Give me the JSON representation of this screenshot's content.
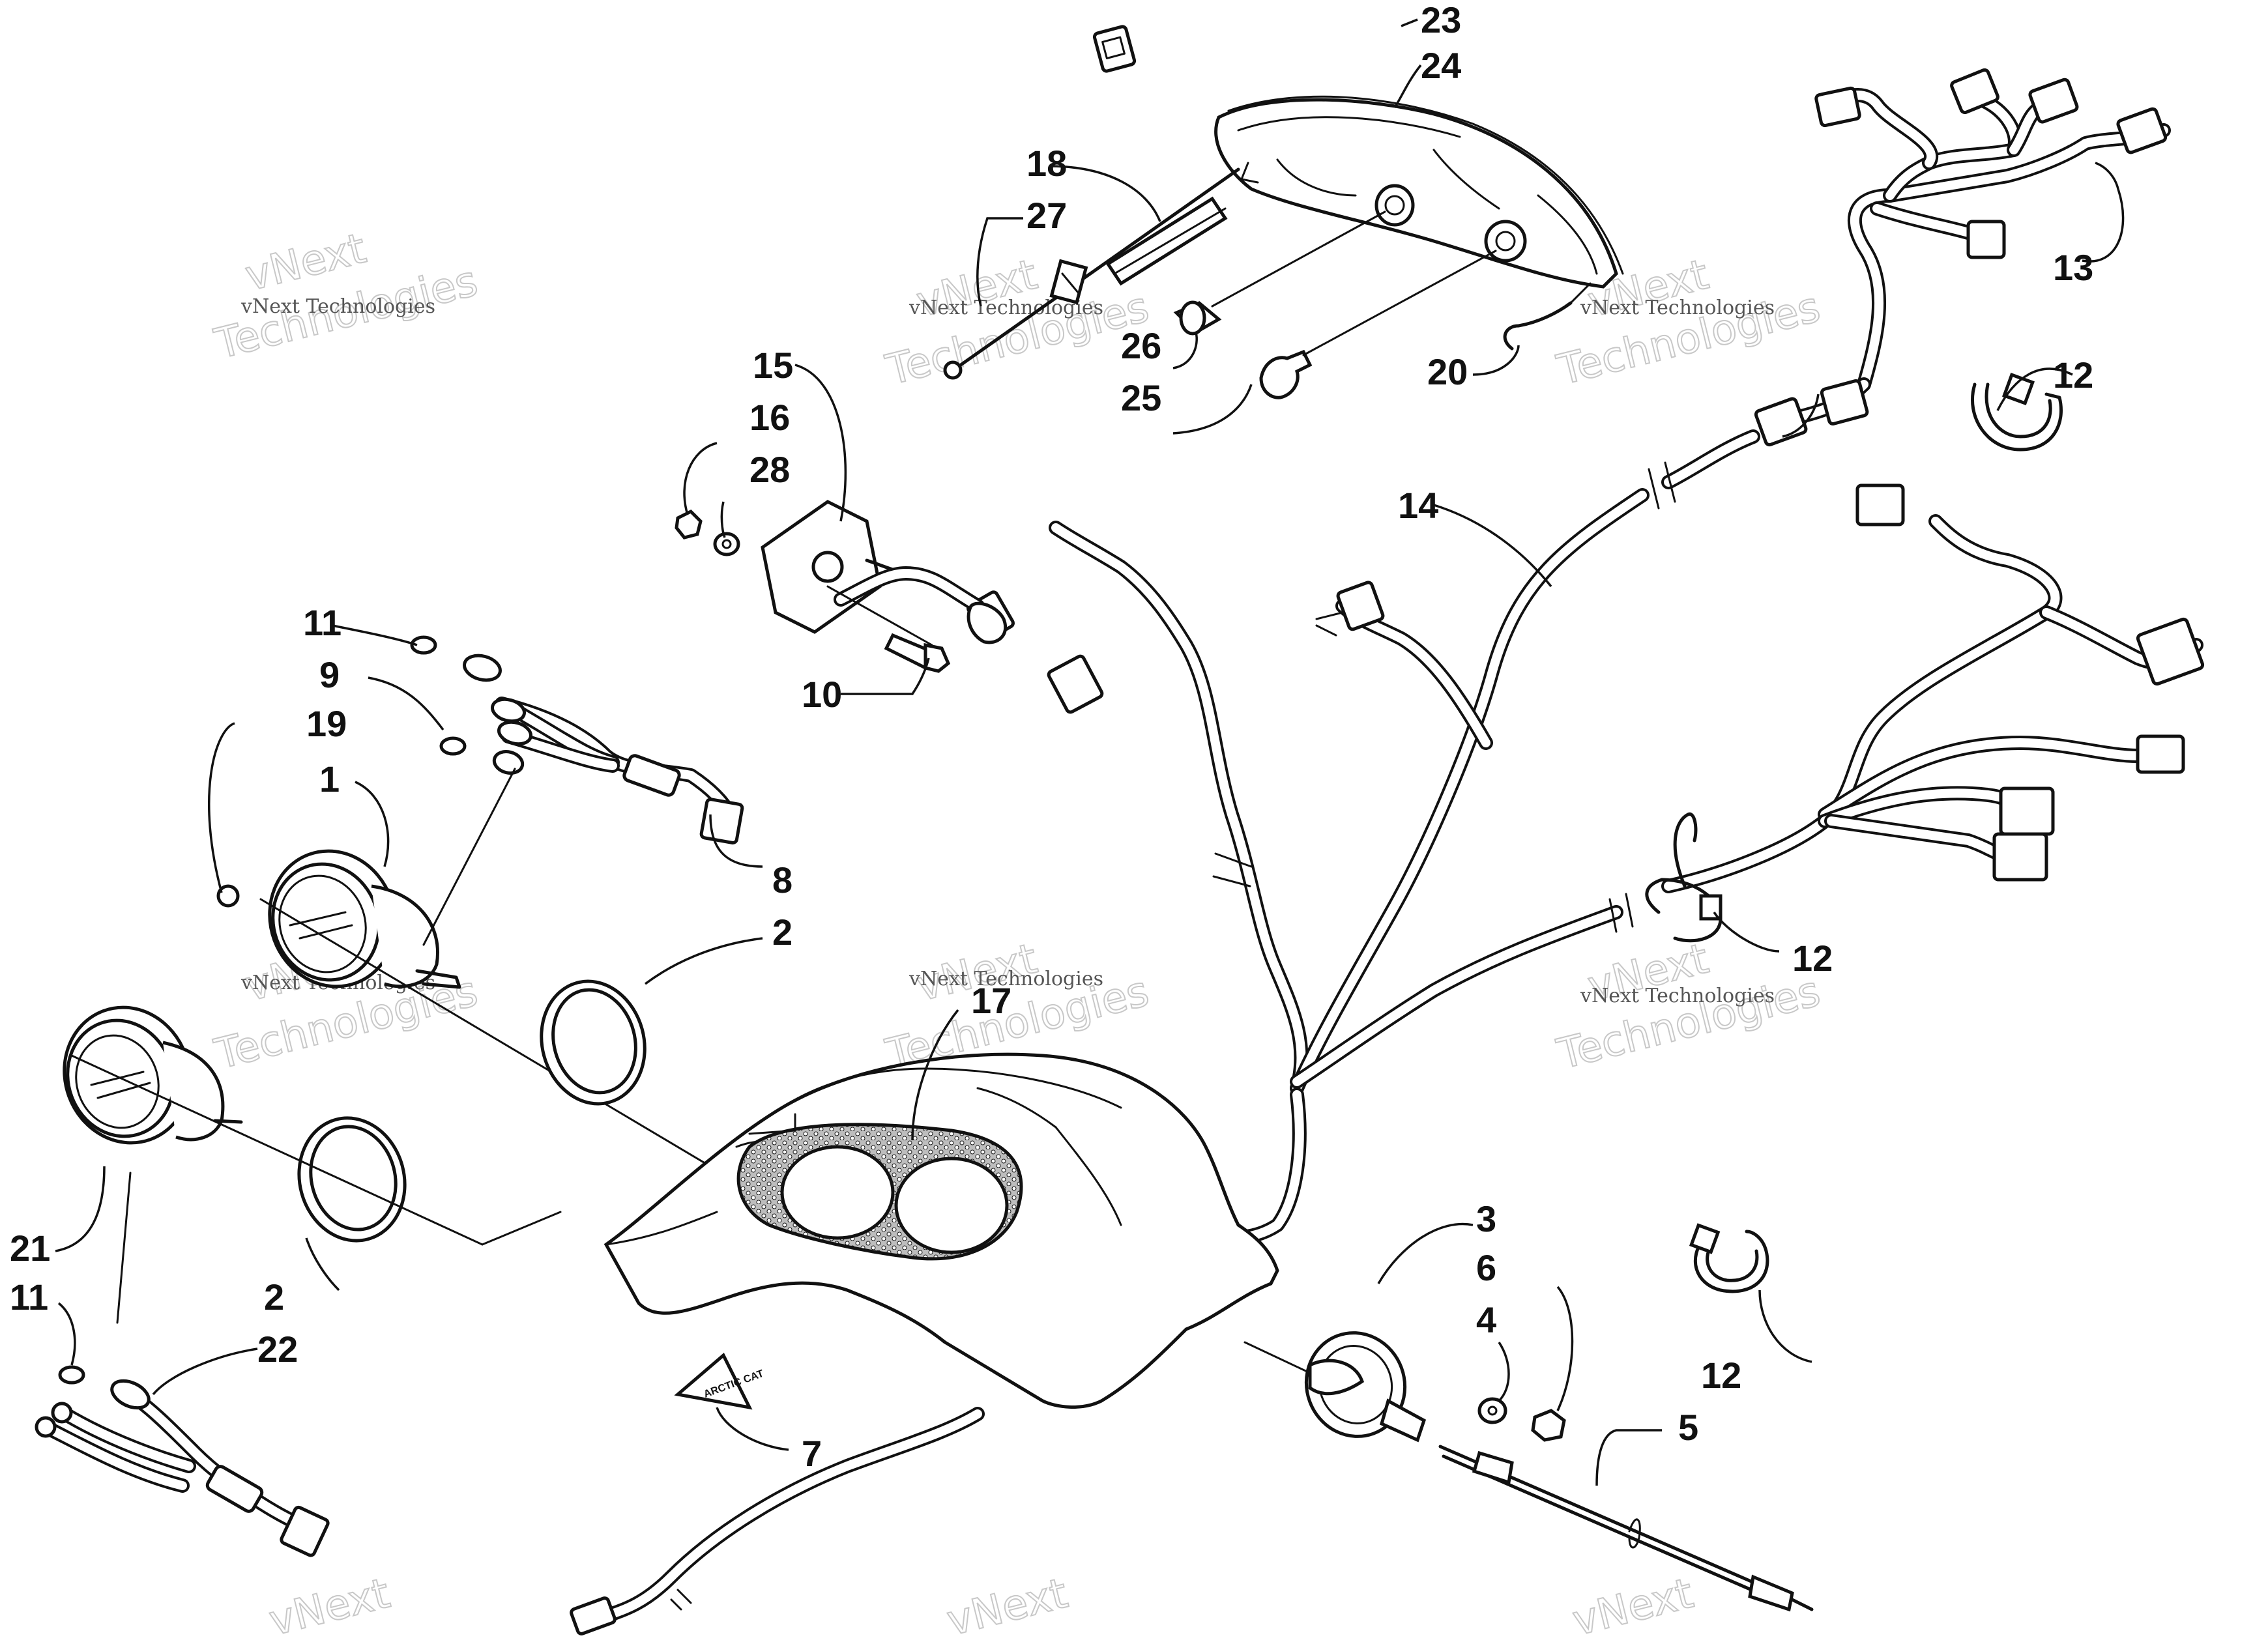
{
  "watermark": {
    "line1": "vNext Technologies",
    "brand": "vNext",
    "word": "Technologies"
  },
  "decal_text": "ARCTIC CAT",
  "callouts": [
    {
      "id": "c1",
      "label": "1"
    },
    {
      "id": "c2a",
      "label": "2"
    },
    {
      "id": "c2b",
      "label": "2"
    },
    {
      "id": "c3",
      "label": "3"
    },
    {
      "id": "c4",
      "label": "4"
    },
    {
      "id": "c5",
      "label": "5"
    },
    {
      "id": "c6",
      "label": "6"
    },
    {
      "id": "c7",
      "label": "7"
    },
    {
      "id": "c8",
      "label": "8"
    },
    {
      "id": "c9",
      "label": "9"
    },
    {
      "id": "c10",
      "label": "10"
    },
    {
      "id": "c11a",
      "label": "11"
    },
    {
      "id": "c11b",
      "label": "11"
    },
    {
      "id": "c12a",
      "label": "12"
    },
    {
      "id": "c12b",
      "label": "12"
    },
    {
      "id": "c12c",
      "label": "12"
    },
    {
      "id": "c13",
      "label": "13"
    },
    {
      "id": "c14",
      "label": "14"
    },
    {
      "id": "c15",
      "label": "15"
    },
    {
      "id": "c16",
      "label": "16"
    },
    {
      "id": "c17",
      "label": "17"
    },
    {
      "id": "c18",
      "label": "18"
    },
    {
      "id": "c19",
      "label": "19"
    },
    {
      "id": "c20",
      "label": "20"
    },
    {
      "id": "c21",
      "label": "21"
    },
    {
      "id": "c22",
      "label": "22"
    },
    {
      "id": "c23",
      "label": "23"
    },
    {
      "id": "c24",
      "label": "24"
    },
    {
      "id": "c25",
      "label": "25"
    },
    {
      "id": "c26",
      "label": "26"
    },
    {
      "id": "c27",
      "label": "27"
    },
    {
      "id": "c28",
      "label": "28"
    }
  ]
}
